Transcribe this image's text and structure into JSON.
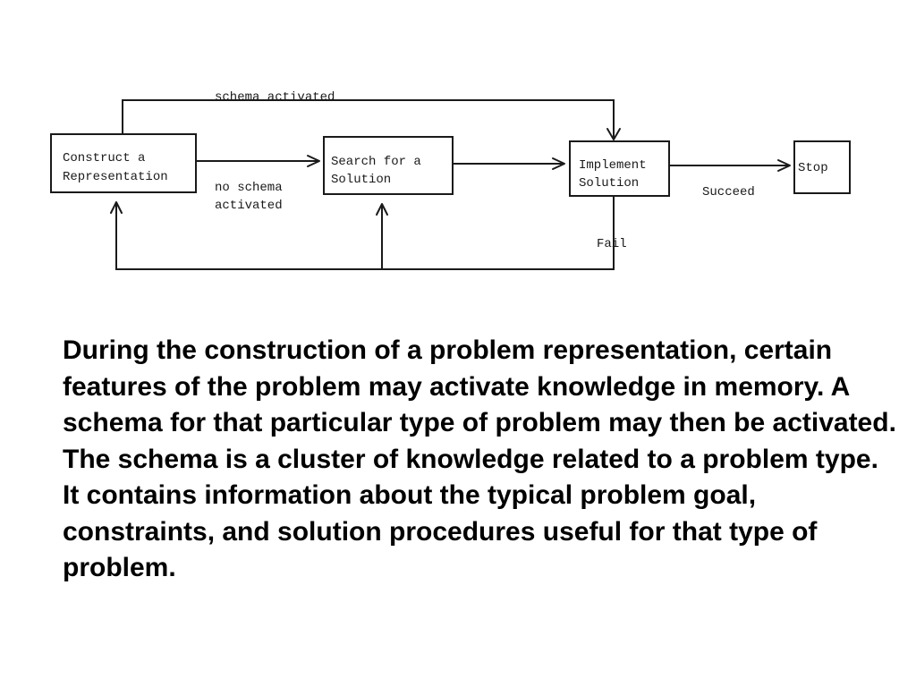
{
  "diagram": {
    "nodes": {
      "construct": {
        "line1": "Construct a",
        "line2": "Representation"
      },
      "search": {
        "line1": "Search for a",
        "line2": "Solution"
      },
      "implement": {
        "line1": "Implement",
        "line2": "Solution"
      },
      "stop": {
        "line1": "Stop"
      }
    },
    "edges": {
      "schema_activated": "schema activated",
      "no_schema_line1": "no schema",
      "no_schema_line2": "activated",
      "succeed": "Succeed",
      "fail": "Fail"
    }
  },
  "paragraph": "During the construction of a problem representation, certain features of the problem may activate knowledge in memory. A schema for that particular type of problem may then be activated. The schema is a cluster of knowledge related to a problem type. It contains information about the typical problem goal, constraints, and solution procedures useful for that type of problem."
}
